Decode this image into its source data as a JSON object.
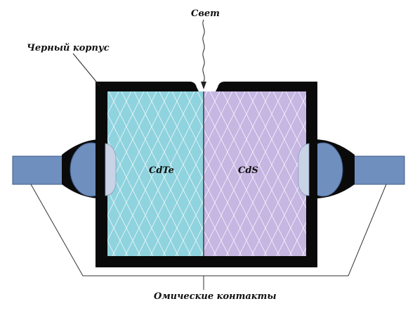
{
  "labels": {
    "light": "Свет",
    "body": "Черный корпус",
    "contacts": "Омические контакты",
    "left_material": "CdTe",
    "right_material": "CdS"
  },
  "colors": {
    "body_black": "#0a0a0a",
    "cdte_fill": "#8fd3de",
    "cds_fill": "#c6b6e2",
    "lead_fill": "#6f8fbf",
    "lead_stroke": "#3d5a85",
    "contact_inner": "#c9d3e6",
    "line": "#333333"
  }
}
